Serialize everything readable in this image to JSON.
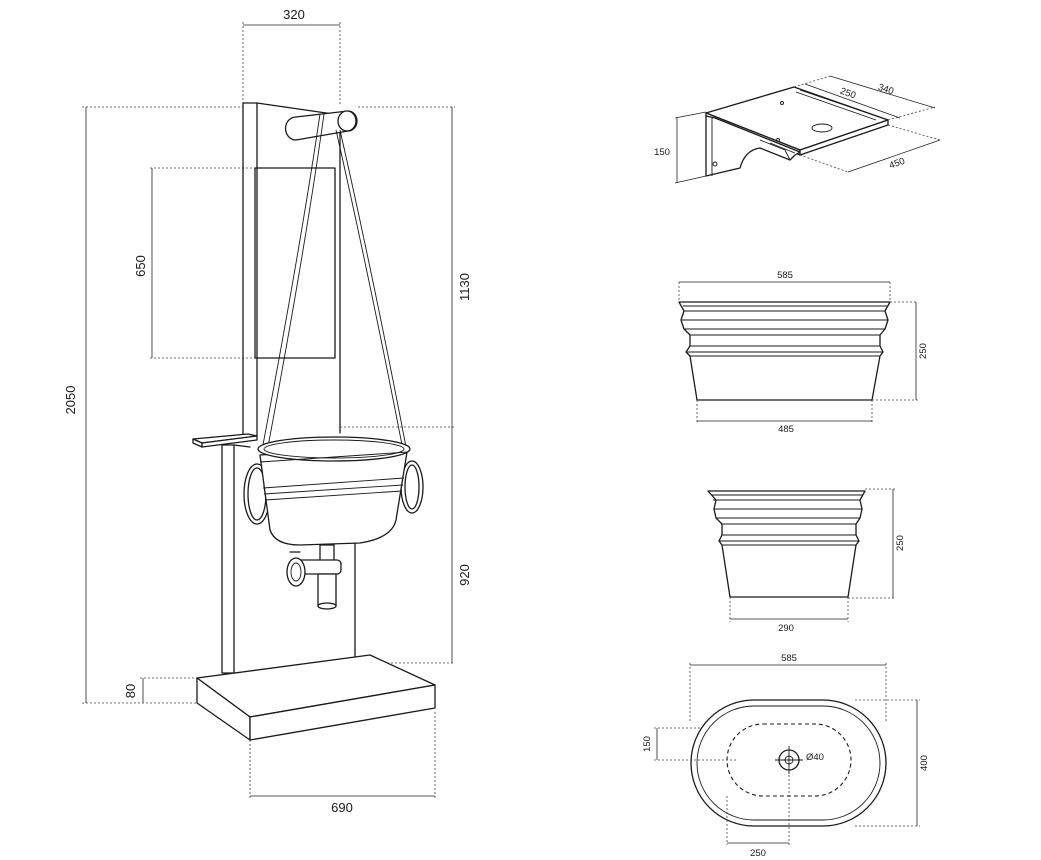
{
  "main_view": {
    "width_top": "320",
    "height_total": "2050",
    "mirror_height": "650",
    "height_upper": "1130",
    "height_lower": "920",
    "base_height": "80",
    "base_width": "690"
  },
  "bracket_view": {
    "height": "150",
    "width_a": "250",
    "width_b": "340",
    "depth": "450"
  },
  "basin_front": {
    "top_width": "585",
    "bottom_width": "485",
    "height": "250"
  },
  "basin_side": {
    "height": "250",
    "bottom_width": "290"
  },
  "basin_top": {
    "width": "585",
    "depth": "400",
    "offset": "150",
    "drain_offset": "250",
    "drain_diameter": "Ø40"
  }
}
